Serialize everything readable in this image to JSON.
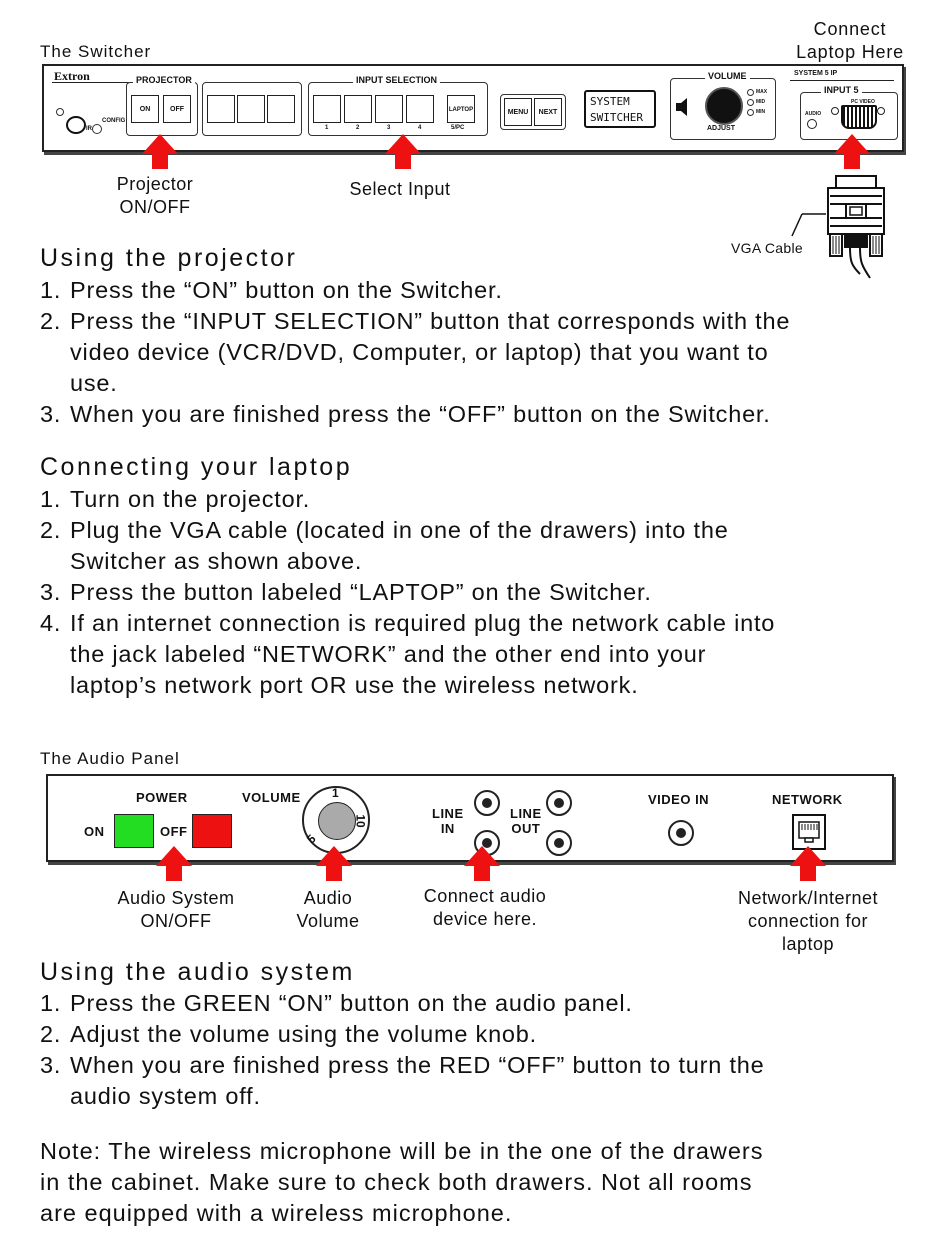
{
  "switcher": {
    "title": "The Switcher",
    "connect_label": [
      "Connect",
      "Laptop Here"
    ],
    "brand": "Extron",
    "model": "SYSTEM 5 IP",
    "projector_group": "PROJECTOR",
    "on_btn": "ON",
    "off_btn": "OFF",
    "input_group": "INPUT SELECTION",
    "input_numbers": [
      "1",
      "2",
      "3",
      "4"
    ],
    "laptop_btn": "LAPTOP",
    "laptop_sub": "5/PC",
    "menu_btn": "MENU",
    "next_btn": "NEXT",
    "display_lines": [
      "SYSTEM",
      "SWITCHER"
    ],
    "volume_group": "VOLUME",
    "volume_levels": [
      "MAX",
      "MID",
      "MIN"
    ],
    "adjust": "ADJUST",
    "input5_group": "INPUT 5",
    "pc_video": "PC VIDEO",
    "audio_small": "AUDIO",
    "config": "CONFIG",
    "ir": "IR",
    "caption_projector": [
      "Projector",
      "ON/OFF"
    ],
    "caption_select": "Select Input",
    "vga_label": "VGA Cable"
  },
  "projector_section": {
    "heading": "Using the projector",
    "steps": [
      {
        "num": "1.",
        "lines": [
          "Press the “ON” button on the Switcher."
        ]
      },
      {
        "num": "2.",
        "lines": [
          "Press the “INPUT SELECTION” button that corresponds with the",
          "video device (VCR/DVD, Computer, or laptop) that you want to",
          "use."
        ]
      },
      {
        "num": "3.",
        "lines": [
          "When you are finished press the “OFF” button on the Switcher."
        ]
      }
    ]
  },
  "laptop_section": {
    "heading": "Connecting your laptop",
    "steps": [
      {
        "num": "1.",
        "lines": [
          "Turn on the projector."
        ]
      },
      {
        "num": "2.",
        "lines": [
          "Plug the VGA cable (located in one of the drawers) into the",
          "Switcher as shown above."
        ]
      },
      {
        "num": "3.",
        "lines": [
          "Press the button labeled “LAPTOP” on the Switcher."
        ]
      },
      {
        "num": "4.",
        "lines": [
          "If an internet connection is required plug the network cable into",
          "the jack labeled “NETWORK” and the other end into your",
          "laptop’s network port OR use the wireless network."
        ]
      }
    ]
  },
  "audio_panel": {
    "title": "The Audio Panel",
    "power": "POWER",
    "on": "ON",
    "off": "OFF",
    "volume": "VOLUME",
    "knob_marks": [
      "1",
      "10",
      "5"
    ],
    "line_in": [
      "LINE",
      "IN"
    ],
    "line_out": [
      "LINE",
      "OUT"
    ],
    "video_in": "VIDEO IN",
    "network": "NETWORK",
    "caption_power": [
      "Audio System",
      "ON/OFF"
    ],
    "caption_volume": [
      "Audio",
      "Volume"
    ],
    "caption_connect": [
      "Connect audio",
      "device here."
    ],
    "caption_network": [
      "Network/Internet",
      "connection for",
      "laptop"
    ],
    "colors": {
      "on_button": "#22dd22",
      "off_button": "#ee1111",
      "arrow": "#ee1111"
    }
  },
  "audio_section": {
    "heading": "Using the audio system",
    "steps": [
      {
        "num": "1.",
        "lines": [
          "Press the GREEN “ON” button on the audio panel."
        ]
      },
      {
        "num": "2.",
        "lines": [
          "Adjust the volume using the volume knob."
        ]
      },
      {
        "num": "3.",
        "lines": [
          "When you are finished press the RED “OFF” button to turn the",
          "audio system off."
        ]
      }
    ]
  },
  "note": {
    "lines": [
      "Note: The wireless microphone will be in the one of the drawers",
      "in the cabinet.  Make sure to check both drawers. Not all rooms",
      "are equipped with a wireless microphone."
    ]
  }
}
